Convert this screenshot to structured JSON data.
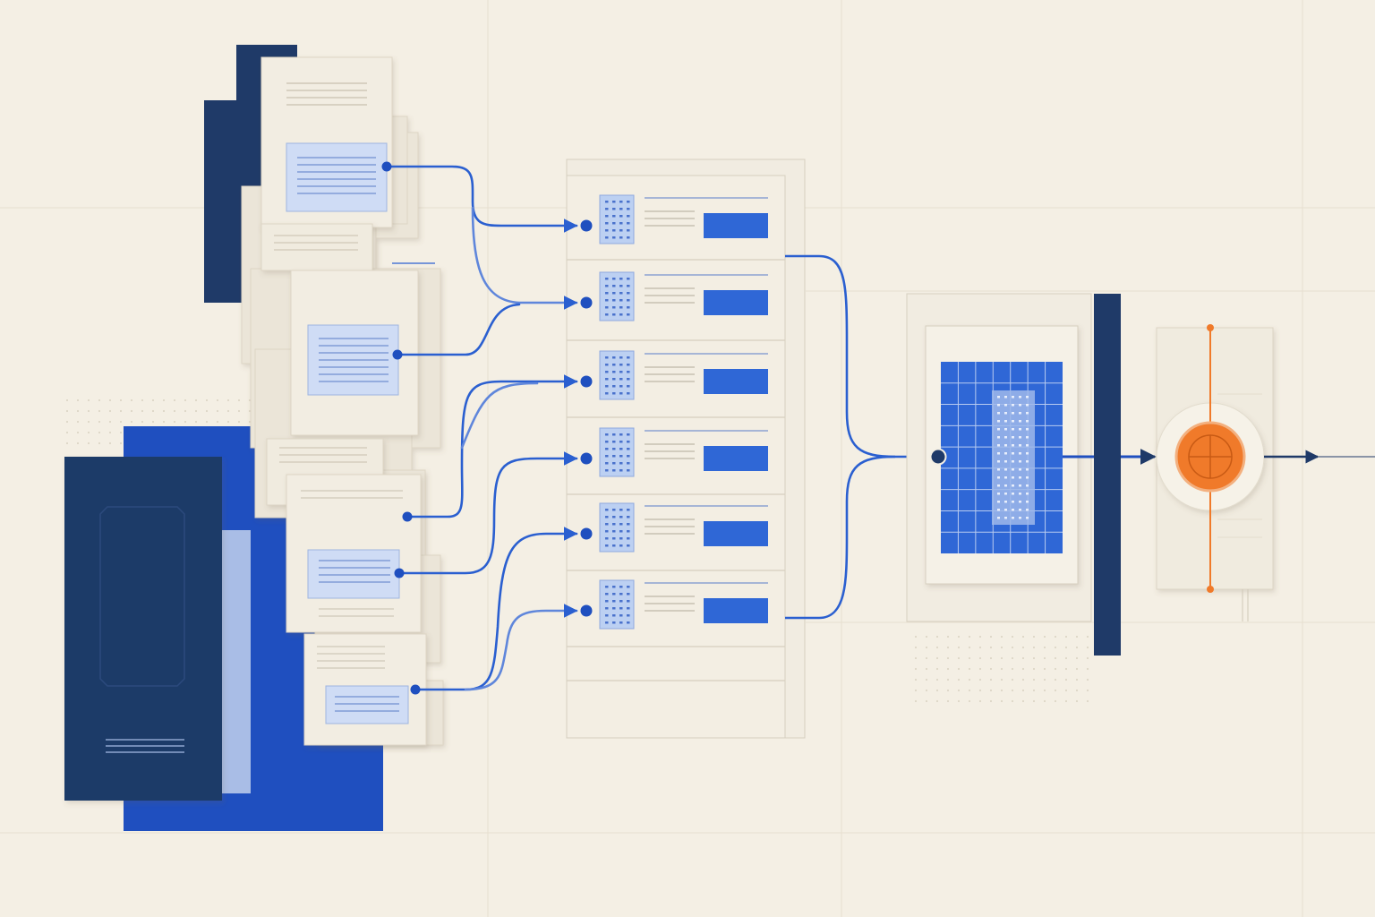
{
  "colors": {
    "background": "#f4efe4",
    "paper": "#efe9dc",
    "navy": "#1f3a68",
    "royal_blue": "#1f4fbf",
    "connector_blue": "#2a5fd0",
    "highlight_blue": "#cfdcf5",
    "accent_orange": "#f07a2a",
    "thin_line": "#d9d2c2"
  },
  "sources": {
    "kind": "stack-of-documents",
    "document_count": 6
  },
  "table": {
    "kind": "indexed-list",
    "row_count": 6,
    "empty_rows": 2,
    "row_icon": "grid-chip-icon",
    "row_badge": "blue-bar"
  },
  "processor": {
    "icon": "grid-matrix-icon"
  },
  "gate": {
    "icon": "navy-bar"
  },
  "output": {
    "icon": "orange-seal-icon"
  },
  "connections": [
    {
      "from": "source-doc-1",
      "to": "table-row-1"
    },
    {
      "from": "source-doc-1",
      "to": "table-row-2"
    },
    {
      "from": "source-doc-2",
      "to": "table-row-2"
    },
    {
      "from": "source-doc-3",
      "to": "table-row-3"
    },
    {
      "from": "source-doc-4",
      "to": "table-row-4"
    },
    {
      "from": "source-doc-5",
      "to": "table-row-5"
    },
    {
      "from": "source-doc-5",
      "to": "table-row-6"
    },
    {
      "from": "table-row-2",
      "to": "processor"
    },
    {
      "from": "table-row-6",
      "to": "processor"
    },
    {
      "from": "processor",
      "to": "gate"
    },
    {
      "from": "gate",
      "to": "output"
    },
    {
      "from": "output",
      "to": "exit"
    }
  ]
}
